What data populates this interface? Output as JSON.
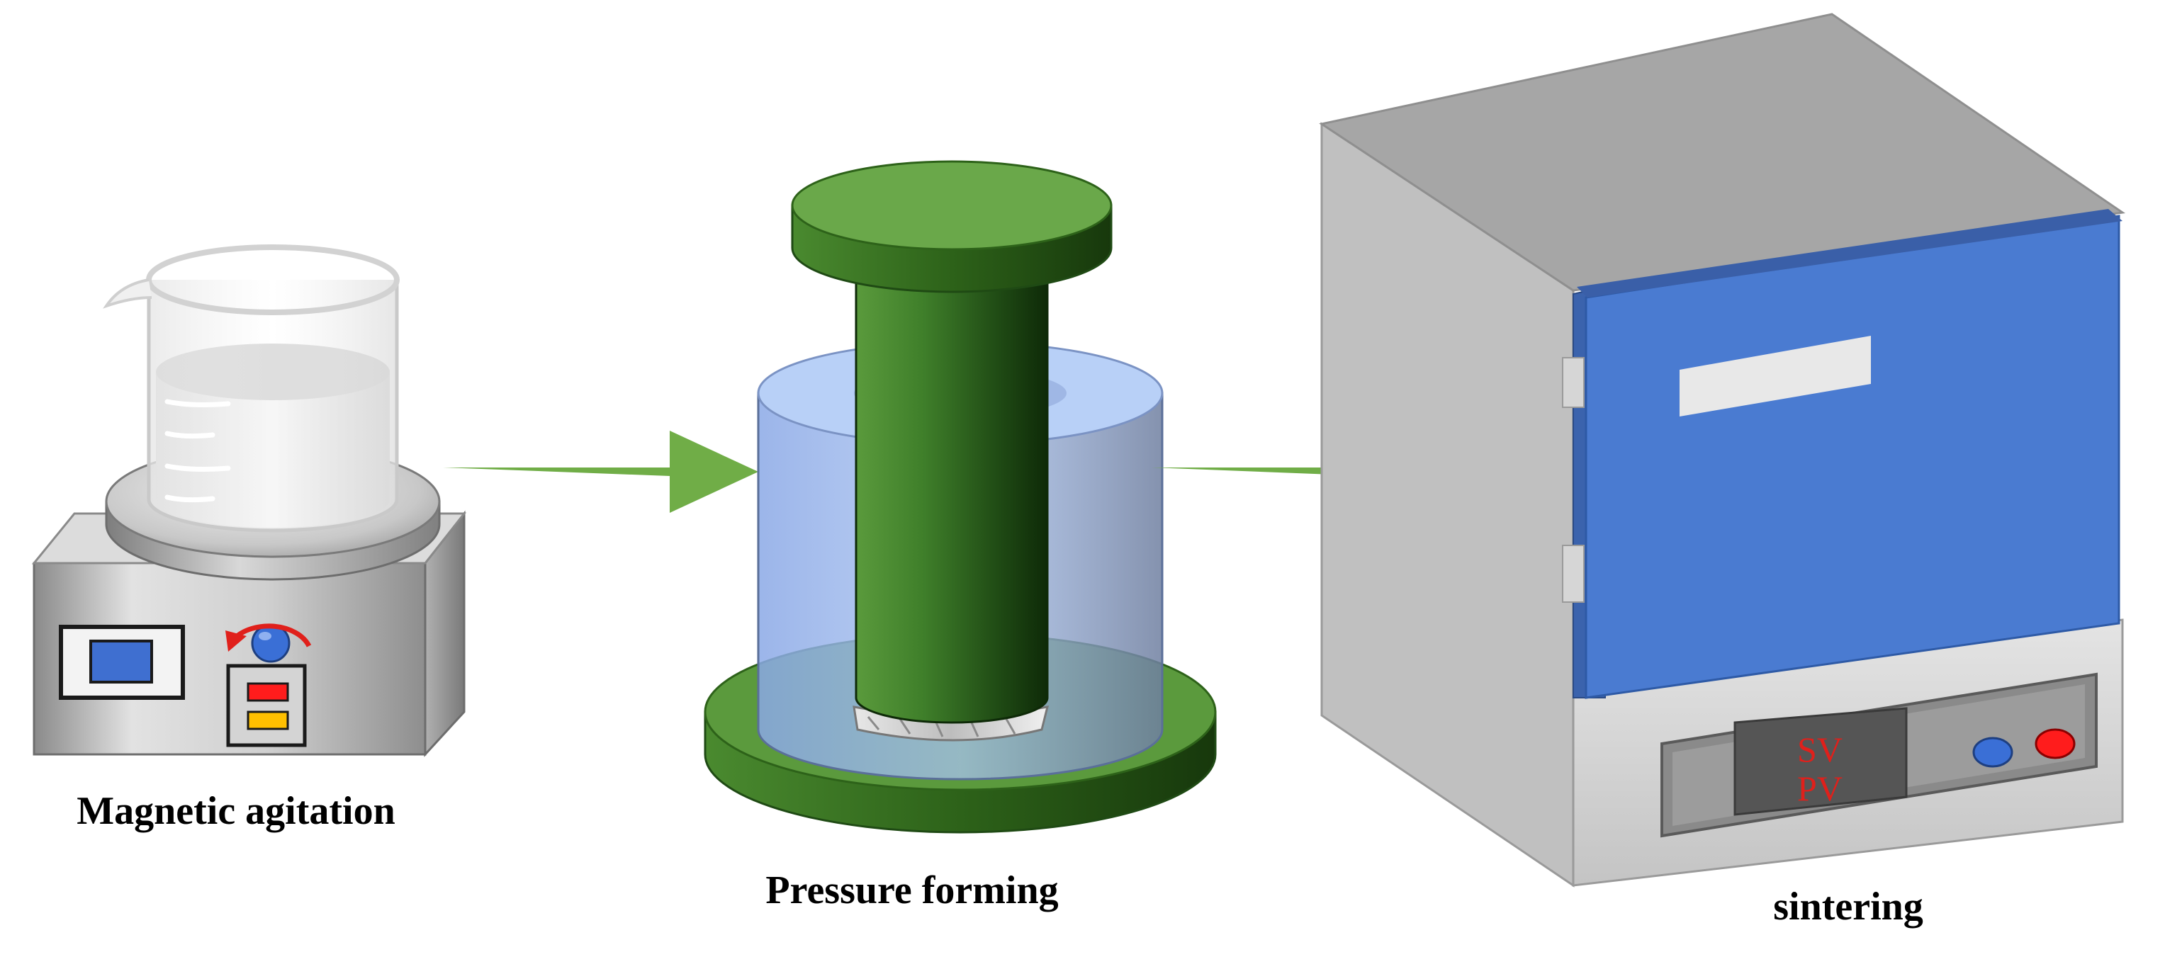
{
  "stages": [
    {
      "id": "stirrer",
      "caption": "Magnetic agitation"
    },
    {
      "id": "press",
      "caption": "Pressure forming"
    },
    {
      "id": "furnace",
      "caption": "sintering"
    }
  ],
  "furnace_display": {
    "line1": "SV",
    "line2": "PV"
  },
  "colors": {
    "arrow": "#70ad47",
    "press_green": "#4e8a35",
    "furnace_door": "#4a7bd1",
    "furnace_body": "#c8c8c8",
    "red_light": "#ff1c1c",
    "yellow_light": "#ffc000",
    "knob_blue": "#3a6fd6"
  },
  "icons": [
    "beaker-icon",
    "hotplate-stirrer-icon",
    "rotation-arrow-icon",
    "press-mold-icon",
    "muffle-furnace-icon"
  ]
}
